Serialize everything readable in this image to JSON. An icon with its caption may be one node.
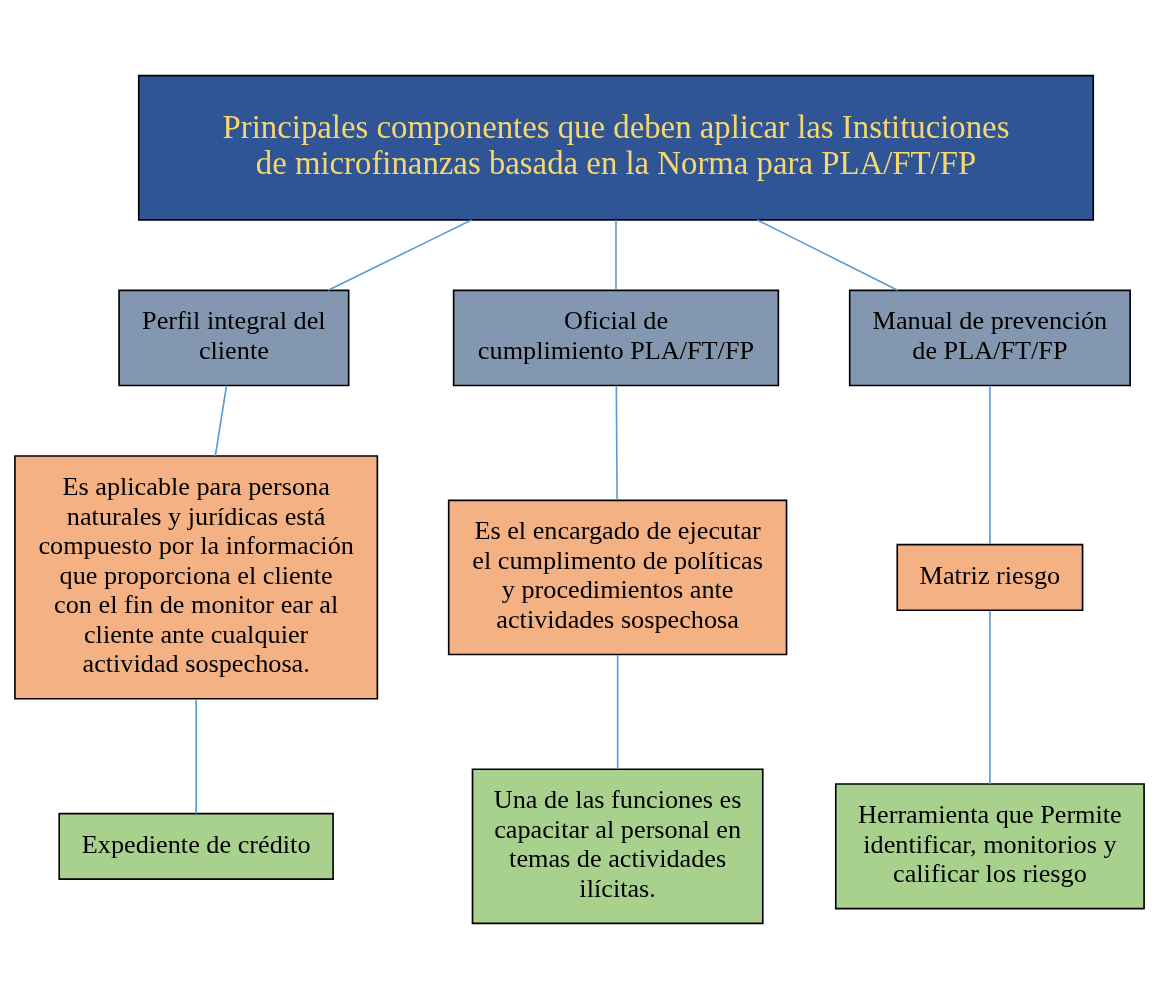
{
  "diagram": {
    "nodes": [
      {
        "text": [
          "Principales componentes que deben aplicar las Instituciones de microfinanzas basada en la Norma para PLA/FT/FP"
        ]
      },
      {
        "text": [
          "Perfil integral del cliente"
        ]
      },
      {
        "text": [
          "Oficial de cumplimiento PLA/FT/FP"
        ]
      },
      {
        "text": [
          "Manual de prevención de PLA/FT/FP"
        ]
      },
      {
        "text": [
          "Es aplicable para persona naturales y jurídicas está compuesto por la información que proporciona el cliente con el fin de monitor ear al cliente ante cualquier actividad sospechosa."
        ]
      },
      {
        "text": [
          "Es el encargado de ejecutar el cumplimento de políticas y procedimientos ante actividades sospechosa"
        ]
      },
      {
        "text": [
          "Matriz riesgo"
        ]
      },
      {
        "text": [
          "Expediente de crédito"
        ]
      },
      {
        "text": [
          "Una de las funciones es capacitar al personal en temas de actividades ilícitas."
        ]
      },
      {
        "text": [
          "Herramienta que Permite identificar, monitorios y calificar los riesgo"
        ]
      }
    ],
    "edges": [
      {
        "from": 0,
        "to": 1,
        "arrow": "none"
      },
      {
        "from": 0,
        "to": 2,
        "arrow": "none"
      },
      {
        "from": 0,
        "to": 3,
        "arrow": "none"
      },
      {
        "from": 1,
        "to": 4,
        "arrow": "none"
      },
      {
        "from": 2,
        "to": 5,
        "arrow": "none"
      },
      {
        "from": 3,
        "to": 6,
        "arrow": "none"
      },
      {
        "from": 4,
        "to": 7,
        "arrow": "none"
      },
      {
        "from": 5,
        "to": 8,
        "arrow": "none"
      },
      {
        "from": 6,
        "to": 9,
        "arrow": "none"
      }
    ]
  }
}
